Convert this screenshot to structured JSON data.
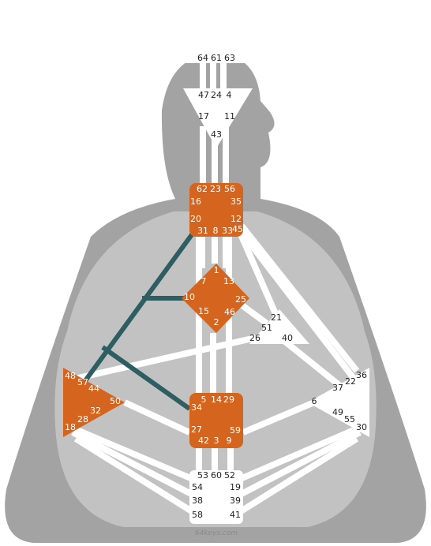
{
  "watermark": "64keys.com",
  "colors": {
    "body_outer": "#a3a3a3",
    "body_inner": "#c2c2c2",
    "channel": "#ffffff",
    "channel_defined": "#2e5e62",
    "center_open": "#ffffff",
    "center_defined": "#d5651e",
    "gate_text_dark": "#222222",
    "gate_text_light": "#ffffff"
  },
  "centers": [
    {
      "id": "head",
      "defined": false,
      "gates": [
        "64",
        "61",
        "63"
      ]
    },
    {
      "id": "ajna",
      "defined": false,
      "gates": [
        "47",
        "24",
        "4",
        "17",
        "11",
        "43"
      ]
    },
    {
      "id": "throat",
      "defined": true,
      "gates": [
        "62",
        "23",
        "56",
        "16",
        "35",
        "20",
        "12",
        "31",
        "8",
        "33",
        "45"
      ]
    },
    {
      "id": "g-center",
      "defined": true,
      "gates": [
        "1",
        "7",
        "13",
        "10",
        "25",
        "15",
        "46",
        "2"
      ]
    },
    {
      "id": "heart",
      "defined": false,
      "gates": [
        "21",
        "51",
        "26",
        "40"
      ]
    },
    {
      "id": "spleen",
      "defined": true,
      "gates": [
        "48",
        "57",
        "44",
        "50",
        "32",
        "28",
        "18"
      ]
    },
    {
      "id": "sacral",
      "defined": true,
      "gates": [
        "5",
        "14",
        "29",
        "34",
        "27",
        "59",
        "42",
        "3",
        "9"
      ]
    },
    {
      "id": "solar-plexus",
      "defined": false,
      "gates": [
        "36",
        "22",
        "37",
        "6",
        "49",
        "55",
        "30"
      ]
    },
    {
      "id": "root",
      "defined": false,
      "gates": [
        "53",
        "60",
        "52",
        "54",
        "19",
        "38",
        "39",
        "58",
        "41"
      ]
    }
  ],
  "defined_channels": [
    "20-57",
    "10-57",
    "34-57"
  ]
}
